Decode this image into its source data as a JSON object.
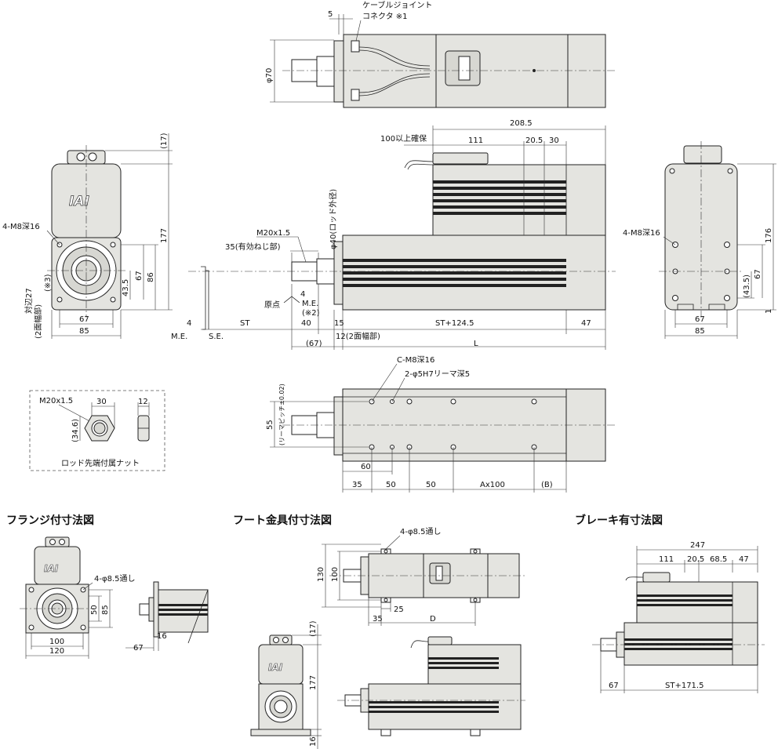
{
  "logo": "IAI",
  "sections": {
    "flange": "フランジ付寸法図",
    "foot": "フート金具付寸法図",
    "brake": "ブレーキ有寸法図"
  },
  "labels": {
    "cable_joint_1": "ケーブルジョイント",
    "cable_joint_2": "コネクタ ※1",
    "clearance": "100以上確保",
    "tap_left": "4-M8深16",
    "tap_right": "4-M8深16",
    "rod_thread": "M20x1.5",
    "effective_thread": "35(有効ねじ部)",
    "rod_dia": "φ40(ロッド外径)",
    "origin": "原点",
    "me_note": "M.E.",
    "me_note_ref": "(※2)",
    "me": "M.E.",
    "se": "S.E.",
    "st": "ST",
    "wrench_width": "12(2面幅部)",
    "across_flats_1": "対辺27",
    "across_flats_2": "(2面幅部)",
    "across_flats_3": "(※3)",
    "c_tap": "C-M8深16",
    "ream": "2-φ5H7リーマ深5",
    "ream_pitch": "(リーマピッチ±0.02)",
    "nut_caption": "ロッド先端付属ナット",
    "nut_thread": "M20x1.5",
    "flange_holes": "4-φ8.5通し",
    "foot_holes": "4-φ8.5通し",
    "L": "L",
    "D": "D"
  },
  "dims": {
    "d5": "5",
    "d70": "φ70",
    "d208_5": "208.5",
    "d111": "111",
    "d20_5": "20.5",
    "d30": "30",
    "d17": "(17)",
    "d177": "177",
    "d86": "86",
    "d67v": "67",
    "d43_5": "43.5",
    "d67": "67",
    "d85": "85",
    "d4": "4",
    "d40": "40",
    "d15": "15",
    "st124": "ST+124.5",
    "d47": "47",
    "d67p": "(67)",
    "r176": "176",
    "r67v": "67",
    "r43_5": "(43.5)",
    "r1": "1",
    "r67": "67",
    "r85": "85",
    "b55": "55",
    "b60": "60",
    "b35": "35",
    "b50a": "50",
    "b50b": "50",
    "bAx": "Ax100",
    "bB": "(B)",
    "n30": "30",
    "n12": "12",
    "n34_6": "(34.6)",
    "f50": "50",
    "f85": "85",
    "f100": "100",
    "f120": "120",
    "f16": "16",
    "f67": "67",
    "ft130": "130",
    "ft100": "100",
    "ft25": "25",
    "ft35": "35",
    "ft17": "(17)",
    "ft177": "177",
    "ft16": "16",
    "br247": "247",
    "br111": "111",
    "br20_5": "20.5",
    "br68_5": "68.5",
    "br47": "47",
    "br67": "67",
    "brst": "ST+171.5"
  }
}
